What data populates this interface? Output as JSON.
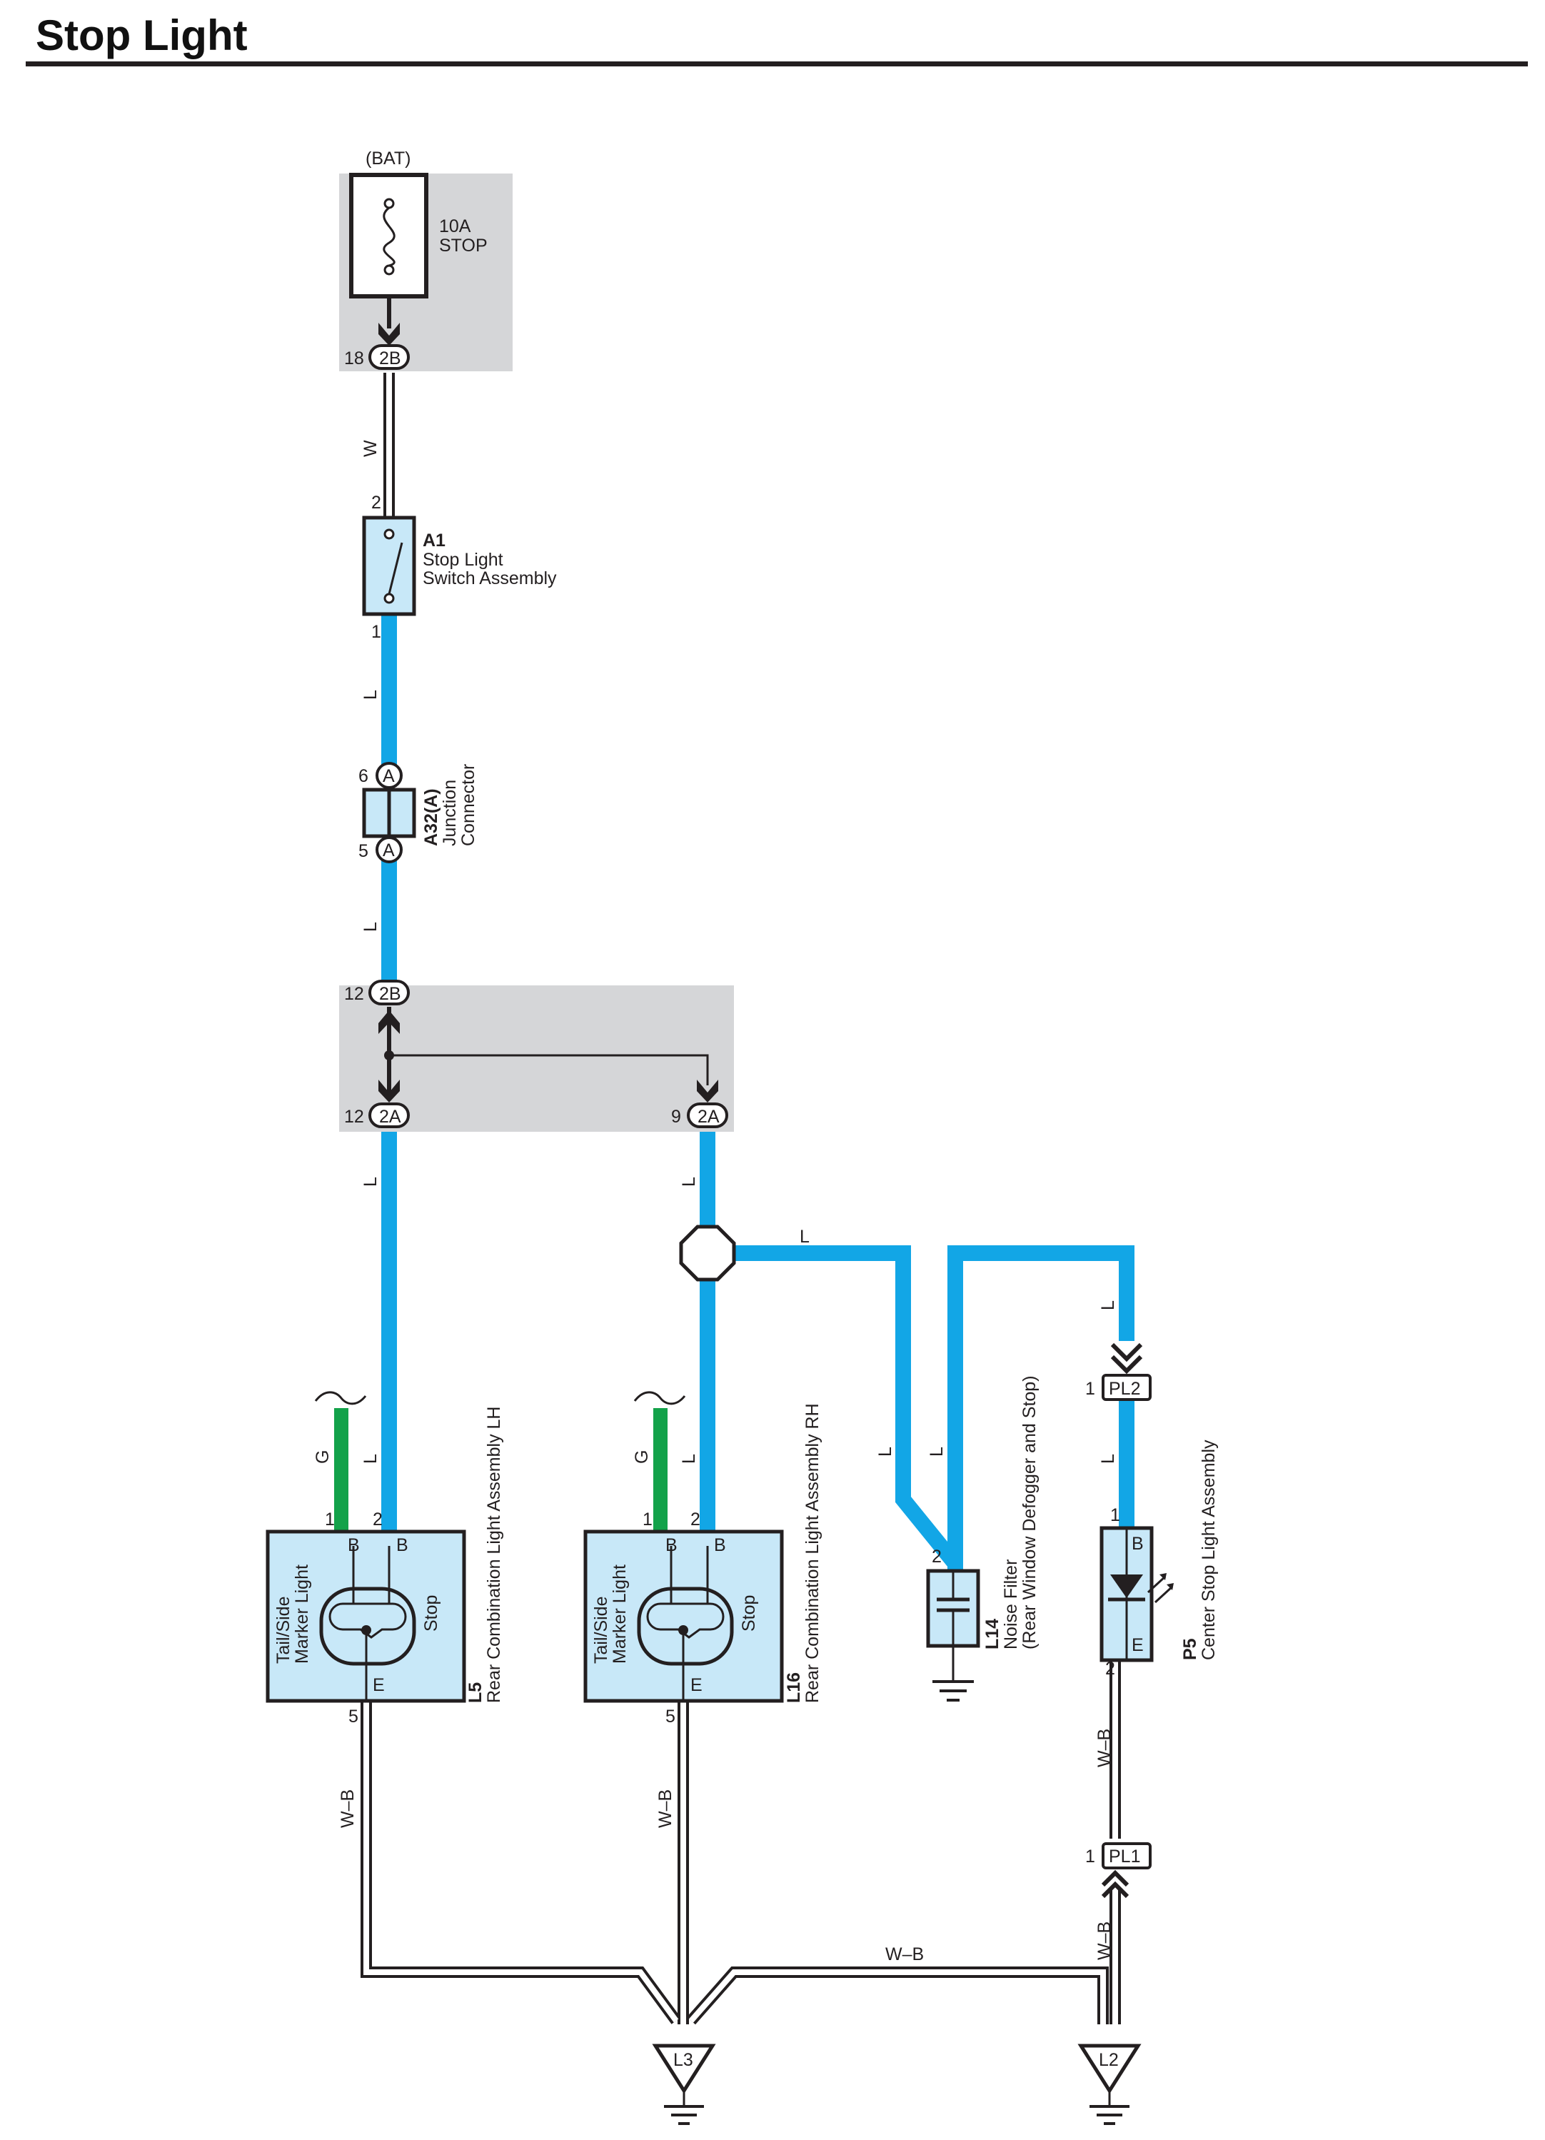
{
  "title": "Stop Light",
  "colors": {
    "wire_L": "#12a6e6",
    "wire_G": "#13a24a",
    "component_fill": "#c8e8f8",
    "junction_block": "#d5d6d8"
  },
  "power_source": {
    "label": "(BAT)",
    "fuse_rating": "10A",
    "fuse_name": "STOP"
  },
  "junction_block_top": {
    "pin": "18",
    "connector": "2B"
  },
  "wire_w": "W",
  "switch": {
    "pin_top": "2",
    "pin_bottom": "1",
    "code": "A1",
    "name_line1": "Stop Light",
    "name_line2": "Switch Assembly"
  },
  "wire_l": "L",
  "junction_connector": {
    "pin_top": "6",
    "pin_bottom": "5",
    "letter": "A",
    "code": "A32(A)",
    "name_line1": "Junction",
    "name_line2": "Connector"
  },
  "junction_block_mid": {
    "pin_in": "12",
    "connector_in": "2B",
    "pin_out1": "12",
    "connector_out1": "2A",
    "pin_out2": "9",
    "connector_out2": "2A"
  },
  "lamp_lh": {
    "pin1": "1",
    "pin2": "2",
    "pin5": "5",
    "wire_g": "G",
    "terminal_b1": "B",
    "terminal_b2": "B",
    "terminal_e": "E",
    "filament_tail_line1": "Tail/Side",
    "filament_tail_line2": "Marker Light",
    "filament_stop": "Stop",
    "code": "L5",
    "name": "Rear Combination Light Assembly LH"
  },
  "lamp_rh": {
    "pin1": "1",
    "pin2": "2",
    "pin5": "5",
    "wire_g": "G",
    "terminal_b1": "B",
    "terminal_b2": "B",
    "terminal_e": "E",
    "filament_tail_line1": "Tail/Side",
    "filament_tail_line2": "Marker Light",
    "filament_stop": "Stop",
    "code": "L16",
    "name": "Rear Combination Light Assembly RH"
  },
  "noise_filter": {
    "pin": "2",
    "code": "L14",
    "name_line1": "Noise Filter",
    "name_line2": "(Rear Window Defogger and Stop)"
  },
  "center_stop": {
    "connector_top": "PL2",
    "connector_top_pin": "1",
    "pin_b_num": "1",
    "terminal_b": "B",
    "terminal_e": "E",
    "pin_e_num": "2",
    "connector_bottom": "PL1",
    "connector_bottom_pin": "1",
    "code": "P5",
    "name": "Center Stop Light Assembly"
  },
  "wire_wb": "W–B",
  "grounds": {
    "left": "L3",
    "right": "L2"
  }
}
